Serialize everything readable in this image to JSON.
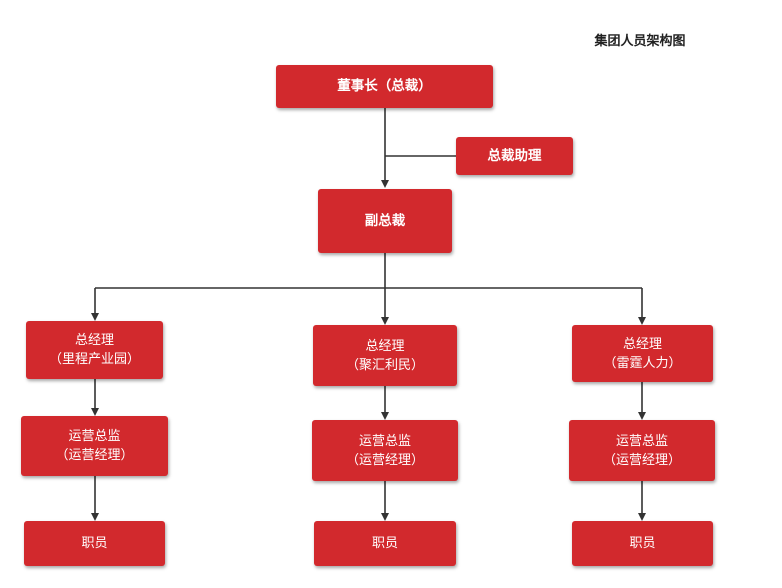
{
  "title": "集团人员架构图",
  "colors": {
    "box": "#d2292d",
    "line": "#333333"
  },
  "top": {
    "chairman": "董事长（总裁）",
    "assistant": "总裁助理",
    "vp": "副总裁"
  },
  "branches": [
    {
      "gm_title": "总经理",
      "gm_unit": "（里程产业园）",
      "ops_title": "运营总监",
      "ops_sub": "（运营经理）",
      "staff": "职员"
    },
    {
      "gm_title": "总经理",
      "gm_unit": "（聚汇利民）",
      "ops_title": "运营总监",
      "ops_sub": "（运营经理）",
      "staff": "职员"
    },
    {
      "gm_title": "总经理",
      "gm_unit": "（雷霆人力）",
      "ops_title": "运营总监",
      "ops_sub": "（运营经理）",
      "staff": "职员"
    }
  ]
}
